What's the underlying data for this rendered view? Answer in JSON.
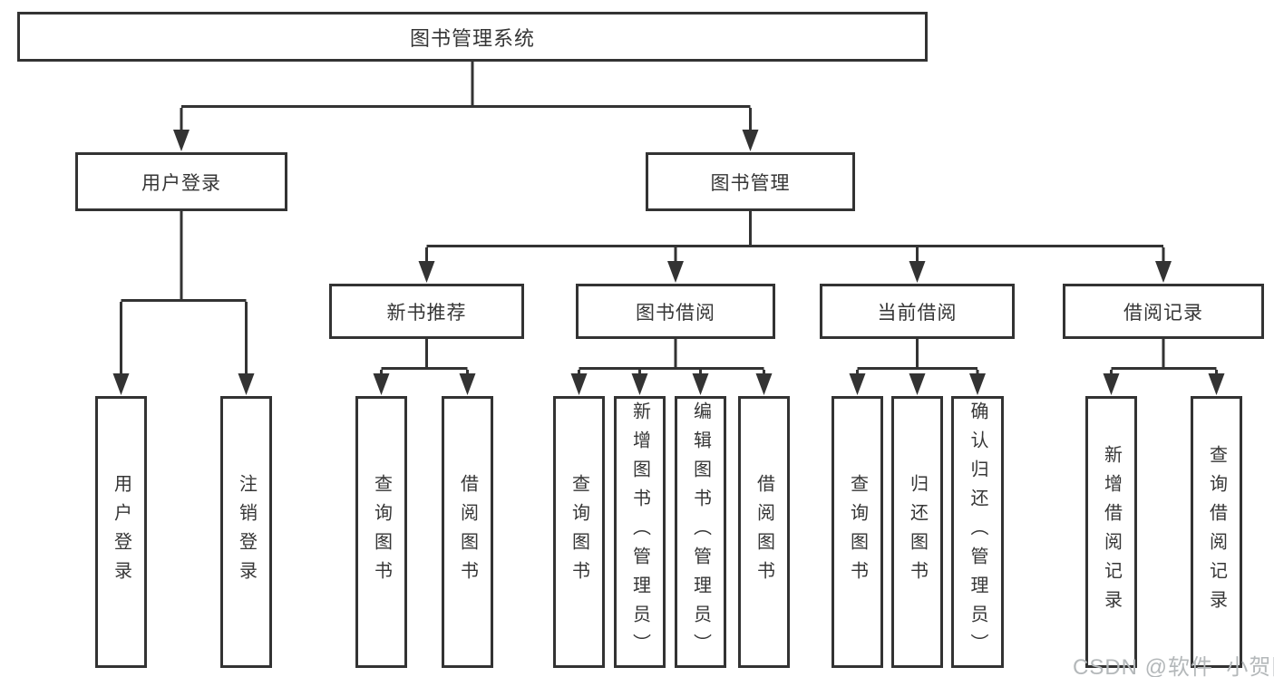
{
  "diagram_type": "hierarchy-diagram",
  "colors": {
    "line": "#333333",
    "text": "#363636",
    "box_background": "#ffffff",
    "page_background": "#ffffff",
    "watermark": "#b4b8ba"
  },
  "tree": {
    "label": "图书管理系统",
    "children": [
      {
        "label": "用户登录",
        "children": [
          {
            "label": "用户登录"
          },
          {
            "label": "注销登录"
          }
        ]
      },
      {
        "label": "图书管理",
        "children": [
          {
            "label": "新书推荐",
            "children": [
              {
                "label": "查询图书"
              },
              {
                "label": "借阅图书"
              }
            ]
          },
          {
            "label": "图书借阅",
            "children": [
              {
                "label": "查询图书"
              },
              {
                "label": "新增图书（管理员）"
              },
              {
                "label": "编辑图书（管理员）"
              },
              {
                "label": "借阅图书"
              }
            ]
          },
          {
            "label": "当前借阅",
            "children": [
              {
                "label": "查询图书"
              },
              {
                "label": "归还图书"
              },
              {
                "label": "确认归还（管理员）"
              }
            ]
          },
          {
            "label": "借阅记录",
            "children": [
              {
                "label": "新增借阅记录"
              },
              {
                "label": "查询借阅记录"
              }
            ]
          }
        ]
      }
    ]
  },
  "watermark": {
    "text": "CSDN @软件_小贺同学"
  }
}
